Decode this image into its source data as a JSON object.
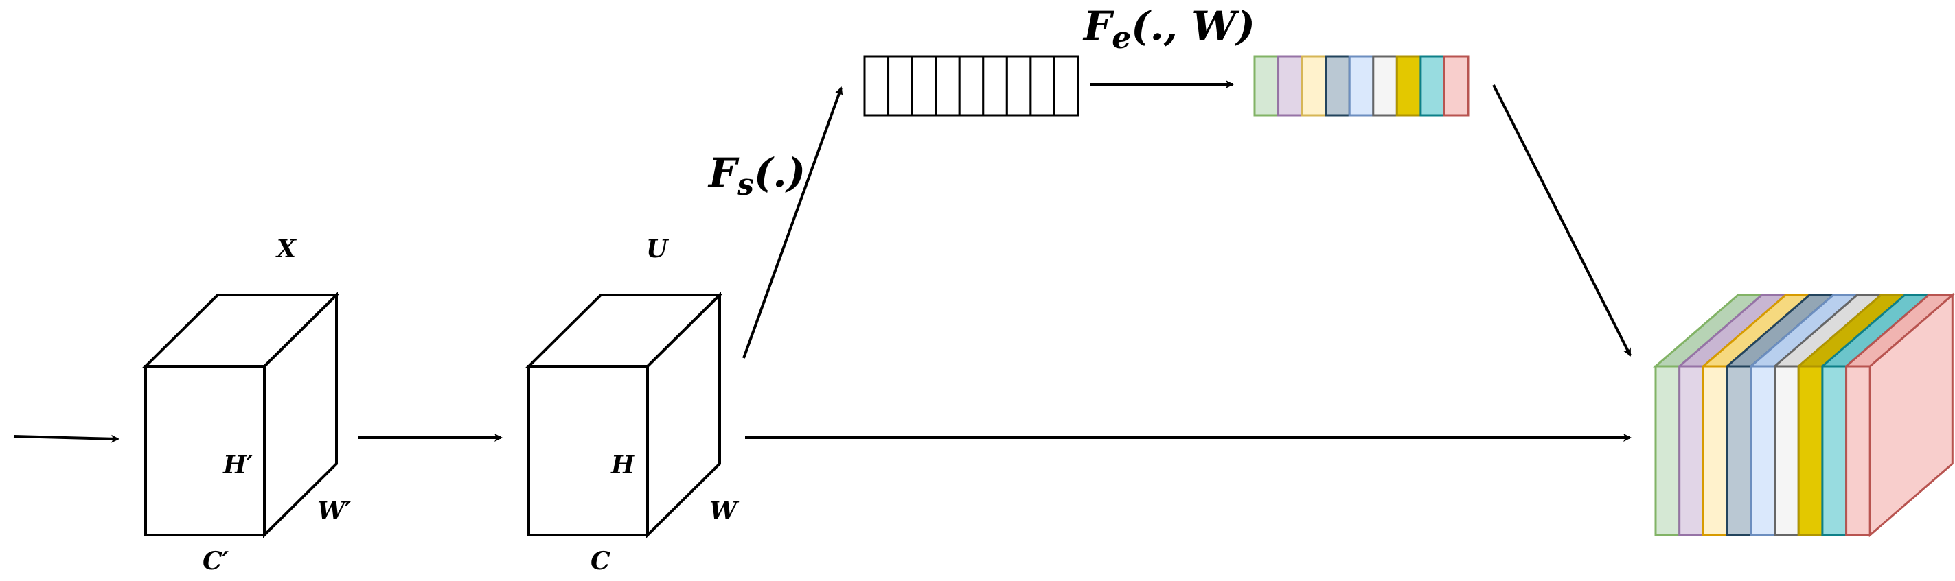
{
  "labels": {
    "input_tensor": "X",
    "input_height": "H′",
    "input_width": "W′",
    "input_channels": "C′",
    "feature_tensor": "U",
    "feature_height": "H",
    "feature_width": "W",
    "feature_channels": "C",
    "squeeze_fn": "F",
    "squeeze_sub": "s",
    "squeeze_args": "(.)",
    "excite_fn": "F",
    "excite_sub": "e",
    "excite_args": "(., W)"
  },
  "colors": {
    "face_front": "#ffffff",
    "face_top": "#e6e6e6",
    "face_side": "#f2f2f2",
    "stroke": "#000000"
  },
  "squeezed_vector": {
    "cells": 9,
    "fill": "#ffffff"
  },
  "excitation_channels": [
    {
      "fill": "#d5e8d4",
      "stroke": "#82b366"
    },
    {
      "fill": "#e1d5e7",
      "stroke": "#9673a6"
    },
    {
      "fill": "#fff2cc",
      "stroke": "#d6b656"
    },
    {
      "fill": "#bac8d3",
      "stroke": "#23445d"
    },
    {
      "fill": "#dae8fc",
      "stroke": "#6c8ebf"
    },
    {
      "fill": "#f5f5f5",
      "stroke": "#666666"
    },
    {
      "fill": "#e3c800",
      "stroke": "#b09500"
    },
    {
      "fill": "#98dce0",
      "stroke": "#0e8088"
    },
    {
      "fill": "#f8cecc",
      "stroke": "#b85450"
    }
  ],
  "output_slabs": [
    {
      "front": "#d5e8d4",
      "top": "#b7d3b5",
      "stroke": "#82b366"
    },
    {
      "front": "#e1d5e7",
      "top": "#c8b6d2",
      "stroke": "#9673a6"
    },
    {
      "front": "#fff2cc",
      "top": "#f6d97f",
      "stroke": "#d79b00"
    },
    {
      "front": "#bac8d3",
      "top": "#93a6b5",
      "stroke": "#23445d"
    },
    {
      "front": "#dae8fc",
      "top": "#b8cfee",
      "stroke": "#6c8ebf"
    },
    {
      "front": "#f5f5f5",
      "top": "#dcdcdc",
      "stroke": "#666666"
    },
    {
      "front": "#e3c800",
      "top": "#c9b000",
      "stroke": "#b09500"
    },
    {
      "front": "#98dce0",
      "top": "#6cc5cb",
      "stroke": "#0e8088"
    },
    {
      "front": "#f8cecc",
      "top": "#f0b4b1",
      "stroke": "#b85450"
    }
  ]
}
